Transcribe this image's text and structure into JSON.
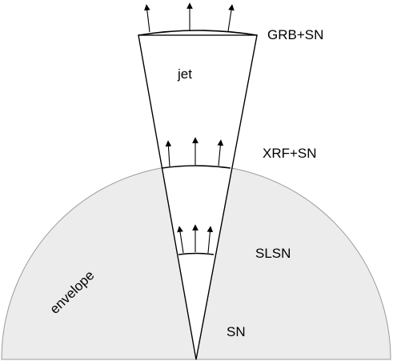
{
  "labels": {
    "grb_sn": "GRB+SN",
    "jet": "jet",
    "xrf_sn": "XRF+SN",
    "slsn": "SLSN",
    "envelope": "envelope",
    "sn": "SN"
  },
  "colors": {
    "envelope_fill": "#ececec",
    "envelope_stroke": "#9a9a9a",
    "line": "#000000",
    "background": "#ffffff"
  }
}
